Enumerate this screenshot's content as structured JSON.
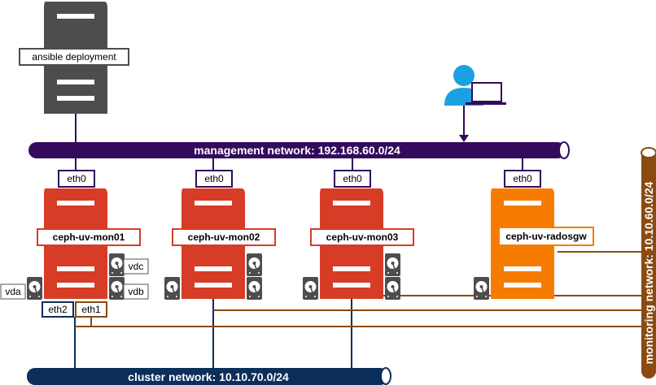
{
  "deployment": {
    "label": "ansible deployment"
  },
  "networks": {
    "management": {
      "label": "management network: 192.168.60.0/24",
      "color": "#330a5c"
    },
    "cluster": {
      "label": "cluster network: 10.10.70.0/24",
      "color": "#0b2e5a"
    },
    "monitoring": {
      "label": "monitoring network: 10.10.60.0/24",
      "color": "#8a4a10"
    }
  },
  "nodes": [
    {
      "name": "ceph-uv-mon01",
      "nic": "eth0",
      "color": "#d63c26"
    },
    {
      "name": "ceph-uv-mon02",
      "nic": "eth0",
      "color": "#d63c26"
    },
    {
      "name": "ceph-uv-mon03",
      "nic": "eth0",
      "color": "#d63c26"
    },
    {
      "name": "ceph-uv-radosgw",
      "nic": "eth0",
      "color": "#f57c00"
    }
  ],
  "mon01_ports": {
    "eth2": "eth2",
    "eth1": "eth1"
  },
  "disks": {
    "vda": "vda",
    "vdb": "vdb",
    "vdc": "vdc"
  },
  "colors": {
    "user": "#1ba1e2",
    "server_gray": "#4d4d4d",
    "eth_purple": "#330a5c",
    "eth_blue": "#0b2e5a",
    "eth_brown": "#8a4a10"
  }
}
